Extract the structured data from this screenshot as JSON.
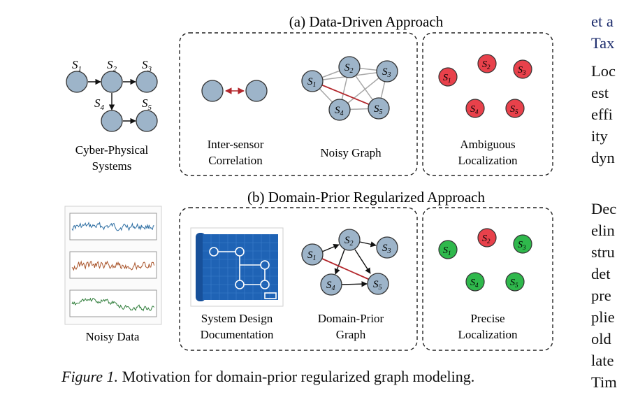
{
  "figure": {
    "title_a": "(a) Data-Driven Approach",
    "title_b": "(b) Domain-Prior Regularized Approach",
    "cps_line1": "Cyber-Physical",
    "cps_line2": "Systems",
    "inter_line1": "Inter-sensor",
    "inter_line2": "Correlation",
    "noisy_graph": "Noisy Graph",
    "ambiguous_line1": "Ambiguous",
    "ambiguous_line2": "Localization",
    "noisy_data": "Noisy Data",
    "sysdoc_line1": "System Design",
    "sysdoc_line2": "Documentation",
    "dp_line1": "Domain-Prior",
    "dp_line2": "Graph",
    "precise_line1": "Precise",
    "precise_line2": "Localization",
    "nodes": [
      "S",
      "S",
      "S",
      "S",
      "S"
    ],
    "subs": [
      "1",
      "2",
      "3",
      "4",
      "5"
    ]
  },
  "caption": {
    "label": "Figure 1.",
    "text": " Motivation for domain-prior regularized graph modeling."
  },
  "side_text": {
    "lines": [
      "et a",
      "Tax",
      "Loc",
      "est",
      "effi",
      "ity",
      "dyn",
      "Dec",
      "elin",
      "stru",
      "det",
      "pre",
      "plie",
      "old",
      "late",
      "Tim"
    ]
  },
  "colors": {
    "node_blue": "#9db4c9",
    "node_red": "#e8414b",
    "node_green": "#2fb84c",
    "edge_red": "#b3262b",
    "edge_gray": "#a7a7a7",
    "blueprint": "#1f63b5",
    "series_blue": "#2f6fa3",
    "series_brown": "#a9542a",
    "series_green": "#2f7d3a"
  }
}
